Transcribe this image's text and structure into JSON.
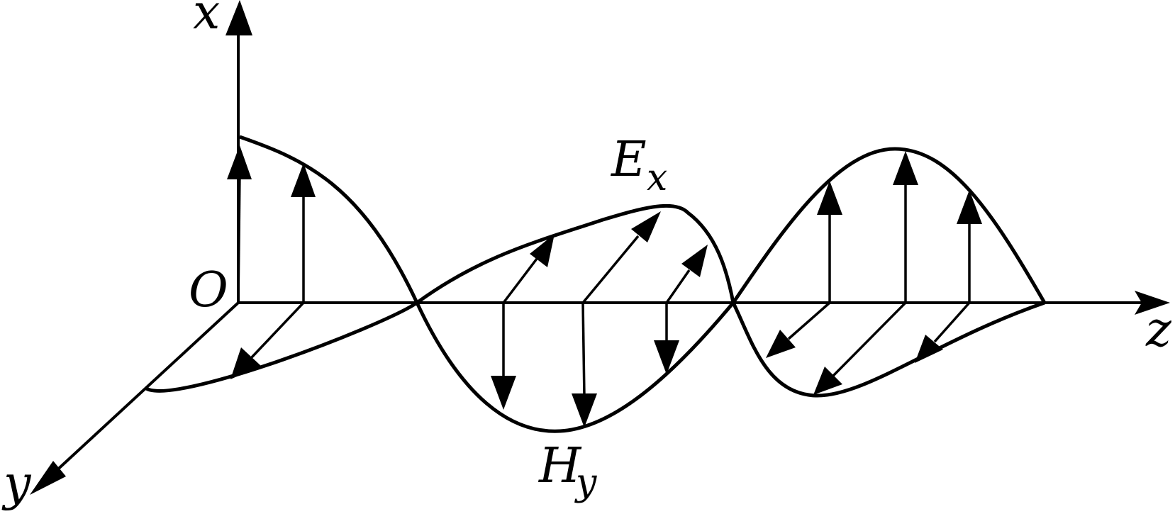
{
  "labels": {
    "x_axis": "x",
    "y_axis": "y",
    "z_axis": "z",
    "origin": "O",
    "e_field": "E",
    "e_field_sub": "x",
    "h_field": "H",
    "h_field_sub": "y"
  }
}
